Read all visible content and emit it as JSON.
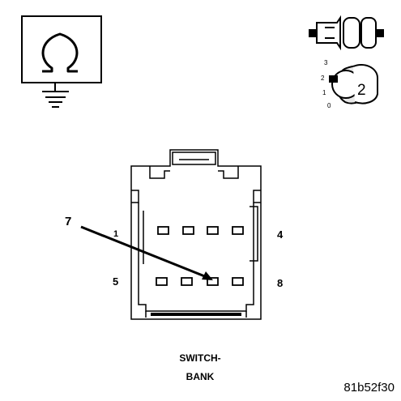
{
  "connector": {
    "pin_numbers": {
      "top_left": "1",
      "top_right": "4",
      "bottom_left": "5",
      "bottom_right": "8"
    },
    "callout_label": "7",
    "name_line1": "SWITCH-",
    "name_line2": "BANK"
  },
  "ignition_key": {
    "positions": [
      "3",
      "2",
      "1",
      "0"
    ],
    "badge": "2"
  },
  "figure_id": "81b52f30",
  "icons": {
    "ohmmeter": "ohm-meter-ground-icon",
    "connector_plug": "connector-plug-icon",
    "ignition_key": "ignition-key-icon"
  },
  "colors": {
    "ink": "#000000",
    "paper": "#ffffff"
  }
}
